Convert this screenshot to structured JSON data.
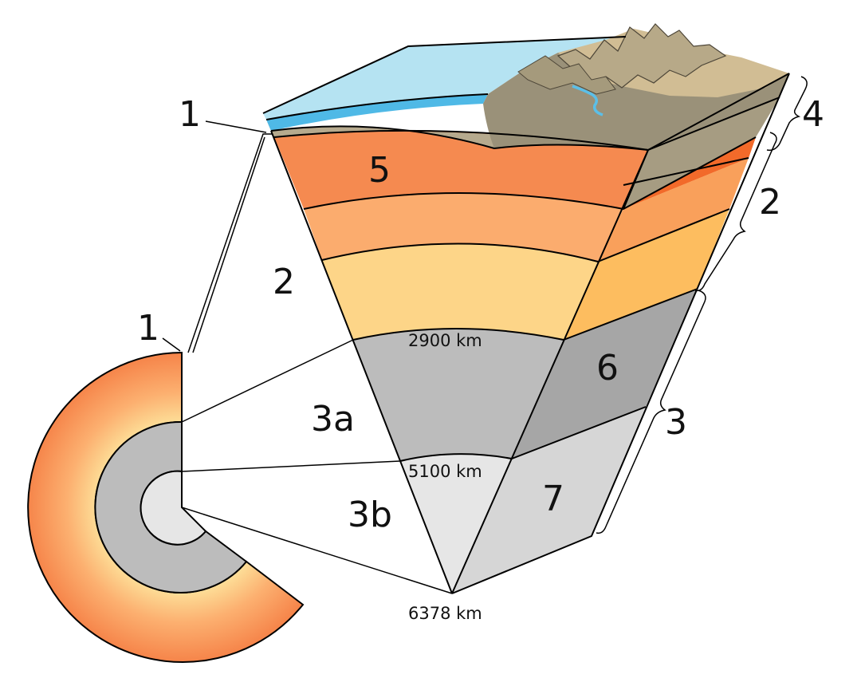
{
  "labels": {
    "crust_left_upper": "1",
    "crust_left_lower": "1",
    "upper_mantle": "5",
    "mantle_left": "2",
    "outer_core_left": "3a",
    "inner_core_left": "3b",
    "lithosphere_right": "4",
    "mantle_right": "2",
    "lower_mantle_side": "6",
    "core_right": "3",
    "inner_core_side": "7"
  },
  "depths": {
    "core_mantle_boundary": "2900 km",
    "inner_core_boundary": "5100 km",
    "center": "6378 km"
  },
  "colors": {
    "ocean": "#b5e3f2",
    "ocean_deep": "#4fb9e6",
    "land": "#9a9179",
    "land_top": "#d1bd94",
    "crust": "#b6aa8e",
    "crust_side": "#a69c82",
    "upper_mantle": "#f58a50",
    "upper_mantle_side": "#f26a2a",
    "mid_mantle": "#fbac6e",
    "mid_mantle_side": "#f9a05b",
    "lower_mantle": "#fdd588",
    "lower_mantle_side": "#fdbd5f",
    "outer_core": "#bcbcbc",
    "outer_core_side": "#a6a6a6",
    "inner_core": "#e6e6e6",
    "inner_core_side": "#d6d6d6",
    "river": "#5bbfe8"
  }
}
